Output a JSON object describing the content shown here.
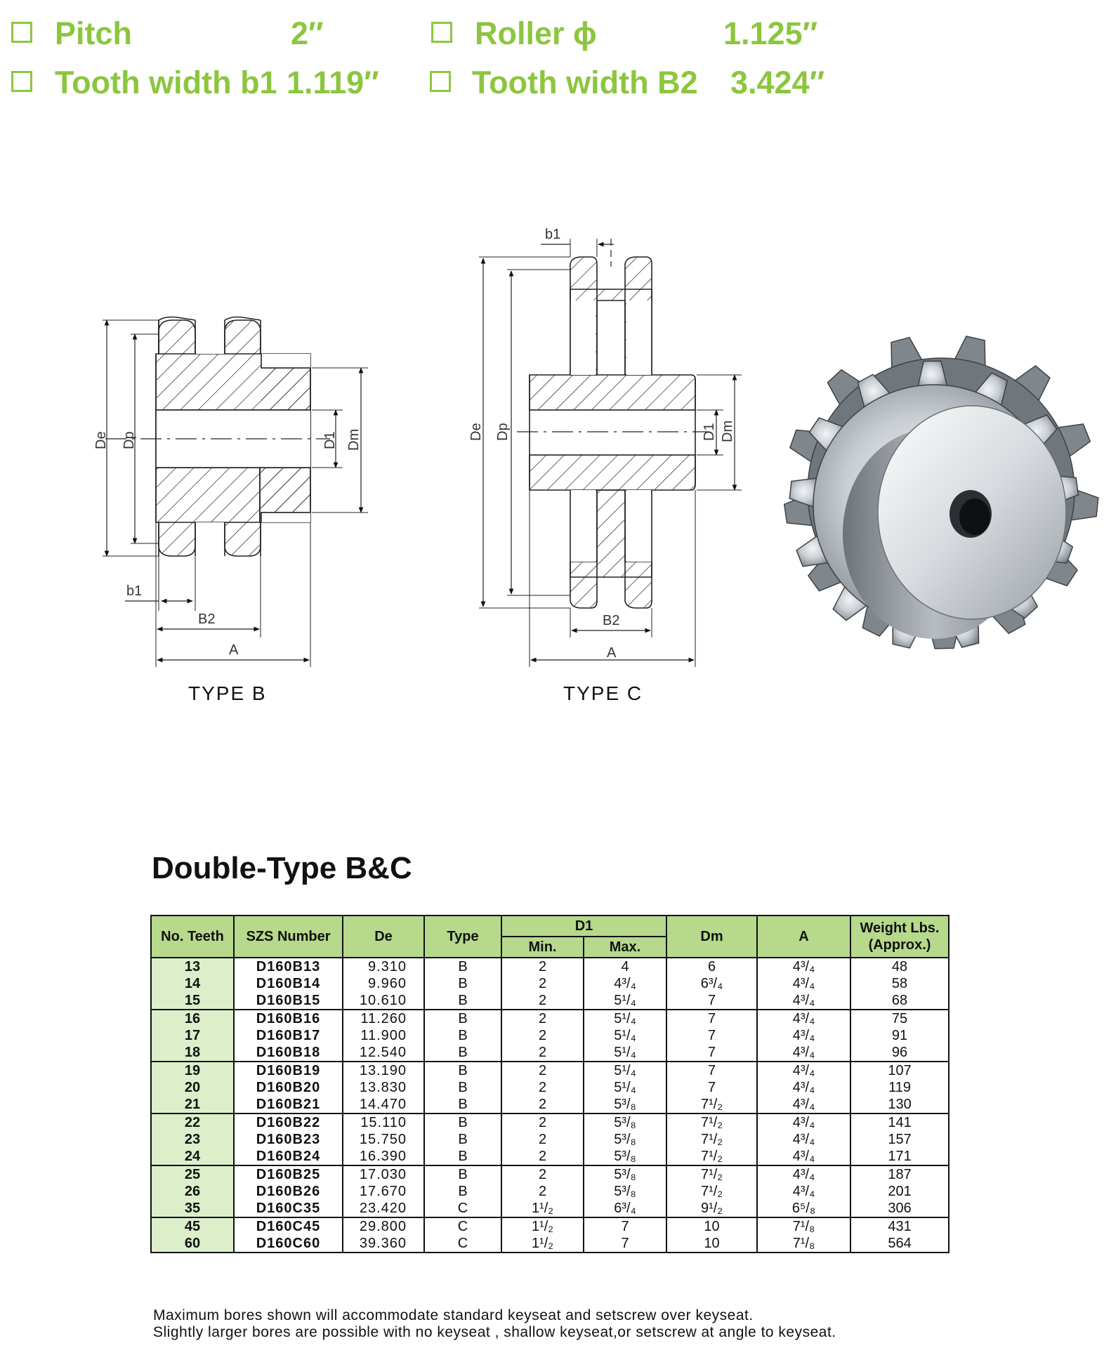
{
  "specs": {
    "pitch": {
      "label": "Pitch",
      "value": "2″"
    },
    "roller": {
      "label": "Roller ϕ",
      "value": "1.125″"
    },
    "tooth_b1": {
      "label": "Tooth width b1",
      "value": "1.119″"
    },
    "tooth_b2": {
      "label": "Tooth width B2",
      "value": "3.424″"
    }
  },
  "colors": {
    "accent": "#8cc63f",
    "header_bg": "#b6d98c",
    "first_col_bg": "#ddeecb"
  },
  "diagrams": {
    "type_b": {
      "caption": "TYPE B",
      "dims": {
        "De": "De",
        "Dp": "Dp",
        "D1": "D1",
        "Dm": "Dm",
        "b1": "b1",
        "B2": "B2",
        "A": "A"
      }
    },
    "type_c": {
      "caption": "TYPE C",
      "dims": {
        "De": "De",
        "Dp": "Dp",
        "D1": "D1",
        "Dm": "Dm",
        "b1": "b1",
        "B2": "B2",
        "A": "A"
      }
    }
  },
  "photo": {
    "icon": "sprocket-photo"
  },
  "table": {
    "title": "Double-Type B&C",
    "headers": {
      "no_teeth": "No. Teeth",
      "szs_number": "SZS Number",
      "de": "De",
      "type": "Type",
      "d1": "D1",
      "d1_min": "Min.",
      "d1_max": "Max.",
      "dm": "Dm",
      "a": "A",
      "weight": "Weight Lbs. (Approx.)"
    },
    "rows": [
      [
        "13",
        "D160B13",
        "9.310",
        "B",
        "2",
        "4",
        "6",
        "4³/₄",
        "48"
      ],
      [
        "14",
        "D160B14",
        "9.960",
        "B",
        "2",
        "4³/₄",
        "6³/₄",
        "4³/₄",
        "58"
      ],
      [
        "15",
        "D160B15",
        "10.610",
        "B",
        "2",
        "5¹/₄",
        "7",
        "4³/₄",
        "68"
      ],
      [
        "16",
        "D160B16",
        "11.260",
        "B",
        "2",
        "5¹/₄",
        "7",
        "4³/₄",
        "75"
      ],
      [
        "17",
        "D160B17",
        "11.900",
        "B",
        "2",
        "5¹/₄",
        "7",
        "4³/₄",
        "91"
      ],
      [
        "18",
        "D160B18",
        "12.540",
        "B",
        "2",
        "5¹/₄",
        "7",
        "4³/₄",
        "96"
      ],
      [
        "19",
        "D160B19",
        "13.190",
        "B",
        "2",
        "5¹/₄",
        "7",
        "4³/₄",
        "107"
      ],
      [
        "20",
        "D160B20",
        "13.830",
        "B",
        "2",
        "5¹/₄",
        "7",
        "4³/₄",
        "119"
      ],
      [
        "21",
        "D160B21",
        "14.470",
        "B",
        "2",
        "5³/₈",
        "7¹/₂",
        "4³/₄",
        "130"
      ],
      [
        "22",
        "D160B22",
        "15.110",
        "B",
        "2",
        "5³/₈",
        "7¹/₂",
        "4³/₄",
        "141"
      ],
      [
        "23",
        "D160B23",
        "15.750",
        "B",
        "2",
        "5³/₈",
        "7¹/₂",
        "4³/₄",
        "157"
      ],
      [
        "24",
        "D160B24",
        "16.390",
        "B",
        "2",
        "5³/₈",
        "7¹/₂",
        "4³/₄",
        "171"
      ],
      [
        "25",
        "D160B25",
        "17.030",
        "B",
        "2",
        "5³/₈",
        "7¹/₂",
        "4³/₄",
        "187"
      ],
      [
        "26",
        "D160B26",
        "17.670",
        "B",
        "2",
        "5³/₈",
        "7¹/₂",
        "4³/₄",
        "201"
      ],
      [
        "35",
        "D160C35",
        "23.420",
        "C",
        "1¹/₂",
        "6³/₄",
        "9¹/₂",
        "6⁵/₈",
        "306"
      ],
      [
        "45",
        "D160C45",
        "29.800",
        "C",
        "1¹/₂",
        "7",
        "10",
        "7¹/₈",
        "431"
      ],
      [
        "60",
        "D160C60",
        "39.360",
        "C",
        "1¹/₂",
        "7",
        "10",
        "7¹/₈",
        "564"
      ]
    ]
  },
  "notes": [
    "Maximum bores shown will accommodate standard keyseat and setscrew over keyseat.",
    "Slightly larger bores are possible with no keyseat , shallow keyseat,or setscrew at angle to keyseat."
  ]
}
